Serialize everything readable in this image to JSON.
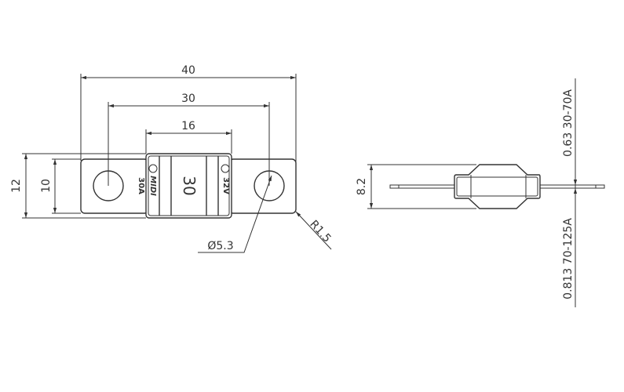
{
  "drawing": {
    "dimensions": {
      "overall_length": "40",
      "hole_spacing": "30",
      "body_length": "16",
      "body_width": "12",
      "tab_width": "10",
      "hole_diameter": "Ø5.3",
      "corner_radius": "R1.5",
      "side_height": "8.2",
      "thickness_low": "0.63 30-70A",
      "thickness_high": "0.813 70-125A"
    },
    "markings": {
      "rating": "30A",
      "brand": "MIDI",
      "center_rating": "30",
      "voltage": "32V"
    },
    "line_color": "#333333"
  }
}
